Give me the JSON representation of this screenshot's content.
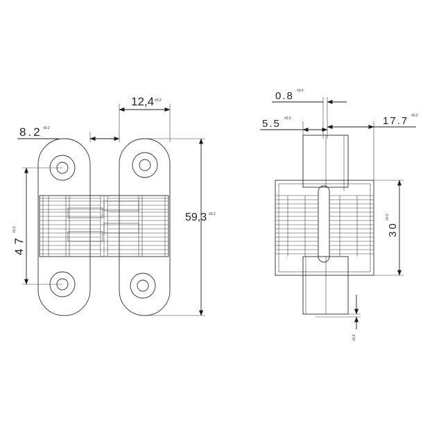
{
  "front_view": {
    "dims": {
      "eye_to_edge": {
        "value": "8.2",
        "tol": "±0.2"
      },
      "leaf_gap": {
        "value": "12,4",
        "tol": "±0.2"
      },
      "overall_height": {
        "value": "59,3",
        "tol": "±0.2"
      },
      "hole_spacing": {
        "value": "47",
        "tol": "±0.2"
      }
    }
  },
  "side_view": {
    "dims": {
      "pin_dia": {
        "value": "0.8",
        "tol": "±0.2"
      },
      "offset": {
        "value": "5.5",
        "tol": "±0.2"
      },
      "width": {
        "value": "17.7",
        "tol": "±0.2"
      },
      "body_height": {
        "value": "30",
        "tol": "±0.2"
      },
      "bottom": {
        "value": "",
        "tol": "±0.2"
      }
    }
  },
  "colors": {
    "line": "#2b2b2b",
    "background": "#ffffff"
  }
}
